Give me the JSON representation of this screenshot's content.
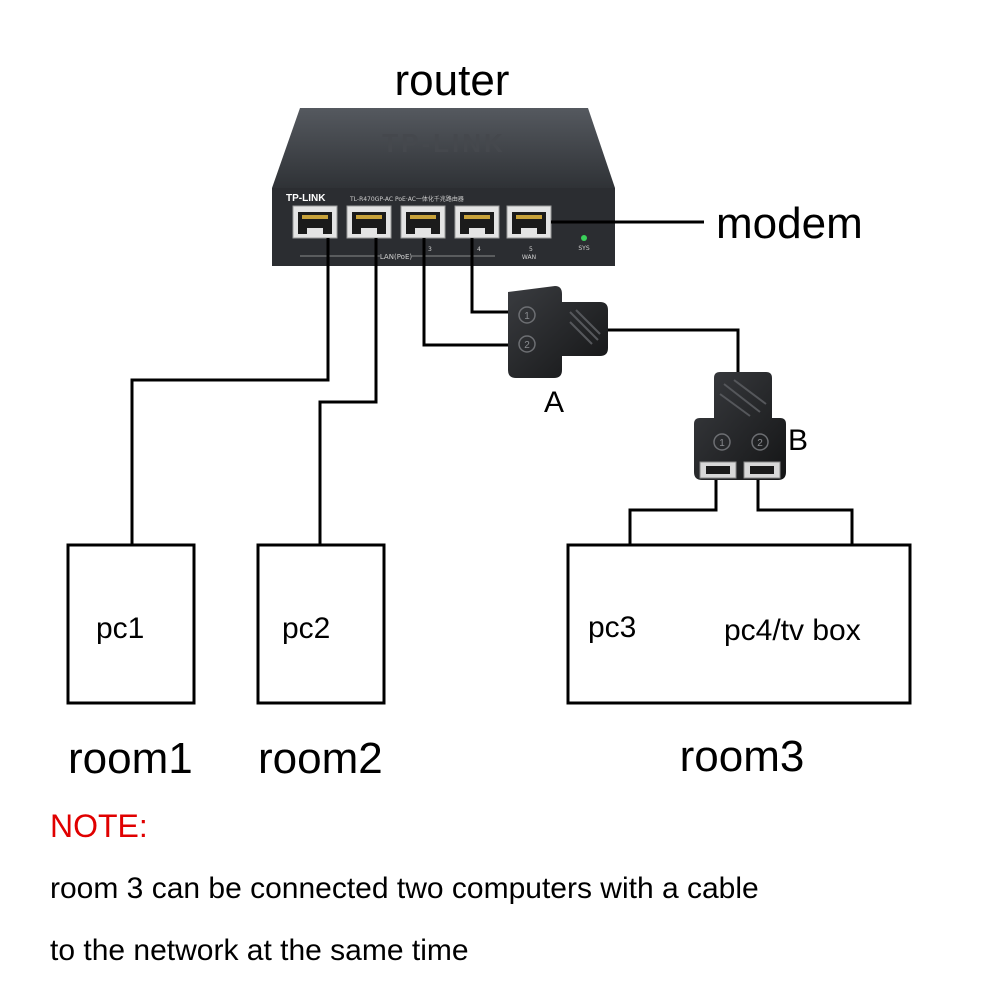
{
  "devices": {
    "router": {
      "label": "router",
      "brand": "TP-LINK",
      "model": "TL-R470GP-AC PoE·AC一体化千兆路由器",
      "lan_label": "LAN(PoE)",
      "wan_label": "WAN",
      "sys_label": "SYS",
      "port_numbers": [
        "3",
        "4",
        "5"
      ]
    },
    "modem": {
      "label": "modem"
    },
    "splitter_a": {
      "label": "A",
      "port_marks": [
        "1",
        "2"
      ]
    },
    "splitter_b": {
      "label": "B",
      "port_marks": [
        "1",
        "2"
      ]
    }
  },
  "rooms": [
    {
      "label": "room1",
      "devices": [
        "pc1"
      ]
    },
    {
      "label": "room2",
      "devices": [
        "pc2"
      ]
    },
    {
      "label": "room3",
      "devices": [
        "pc3",
        "pc4/tv box"
      ]
    }
  ],
  "note": {
    "title": "NOTE:",
    "lines": [
      "room 3 can be connected two computers with a cable",
      "to the network at the same time"
    ]
  },
  "colors": {
    "router_body": "#2e3034",
    "router_top": "#3c3f44",
    "port_face": "#d8d8d8",
    "cable": "#000000",
    "note_title": "#e00000",
    "led_green": "#3ad15a"
  }
}
